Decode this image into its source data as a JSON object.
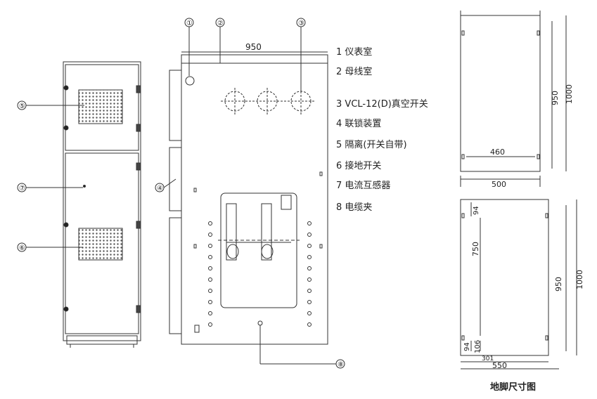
{
  "legend": [
    {
      "num": "1",
      "label": "仪表室"
    },
    {
      "num": "2",
      "label": "母线室"
    },
    {
      "num": "3",
      "label": "VCL-12(D)真空开关"
    },
    {
      "num": "4",
      "label": "联锁装置"
    },
    {
      "num": "5",
      "label": "隔离(开关自带)"
    },
    {
      "num": "6",
      "label": "接地开关"
    },
    {
      "num": "7",
      "label": "电流互感器"
    },
    {
      "num": "8",
      "label": "电缆夹"
    }
  ],
  "callouts": {
    "c1": "①",
    "c2": "②",
    "c3": "③",
    "c4": "④",
    "c5": "⑤",
    "c6": "⑥",
    "c7": "⑦",
    "c8": "⑧"
  },
  "dims": {
    "front_width": "950",
    "top_view_height_inner": "950",
    "top_view_height_outer": "1000",
    "top_view_inner_width": "460",
    "top_view_outer_width": "500",
    "foot_94_top": "94",
    "foot_750": "750",
    "foot_950": "950",
    "foot_1000": "1000",
    "foot_94_bottom": "94",
    "foot_106": "106",
    "foot_301": "301",
    "foot_550": "550"
  },
  "caption": "地脚尺寸图"
}
